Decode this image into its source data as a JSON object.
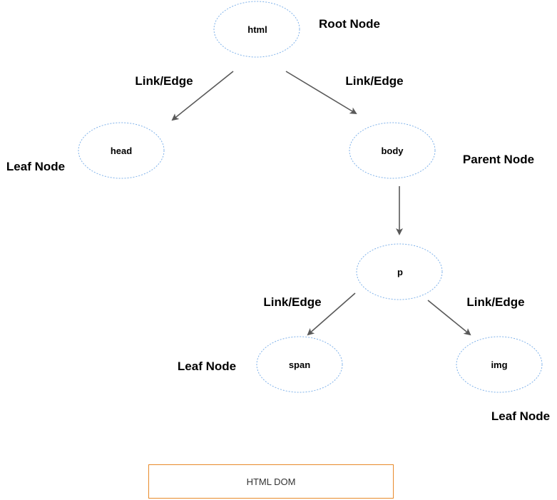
{
  "colors": {
    "node_border": "#7fb2ea",
    "arrow": "#595959",
    "caption_border": "#e88a2a"
  },
  "nodes": {
    "html": "html",
    "head": "head",
    "body": "body",
    "p": "p",
    "span": "span",
    "img": "img"
  },
  "labels": {
    "root_node": "Root Node",
    "parent_node": "Parent Node",
    "leaf_head": "Leaf Node",
    "leaf_span": "Leaf Node",
    "leaf_img": "Leaf Node",
    "edge_html_head": "Link/Edge",
    "edge_html_body": "Link/Edge",
    "edge_p_span": "Link/Edge",
    "edge_p_img": "Link/Edge"
  },
  "caption": "HTML DOM"
}
